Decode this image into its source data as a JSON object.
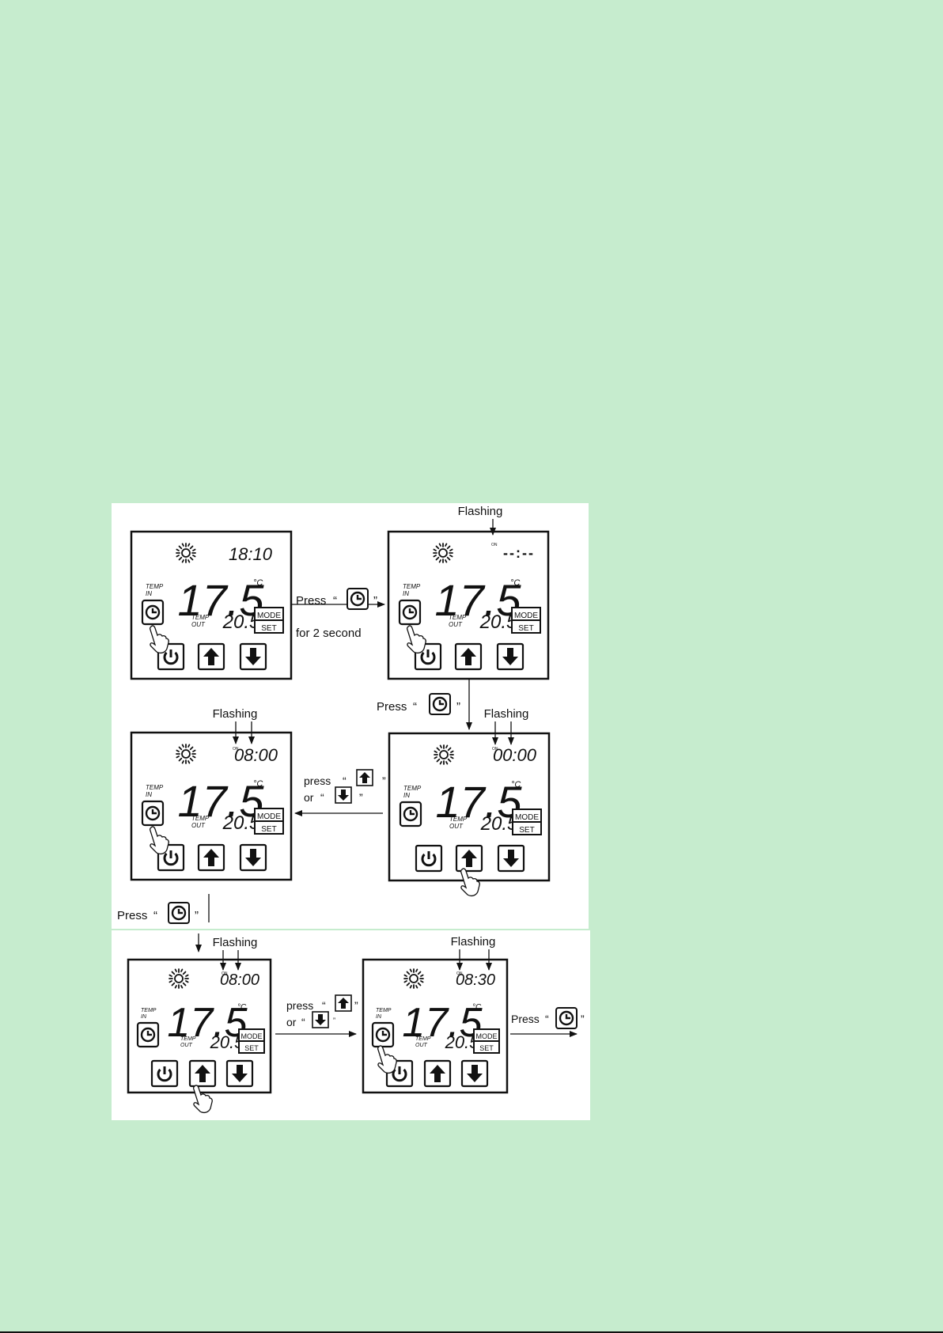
{
  "labels": {
    "flashing": "Flashing",
    "press": "Press",
    "press_lower": "press",
    "or": "or",
    "open_quote": "“",
    "close_quote": "”",
    "for_duration": "for 2 second"
  },
  "device": {
    "temp_in_top": "TEMP",
    "temp_in_bottom": "IN",
    "temp_out_top": "TEMP",
    "temp_out_bottom": "OUT",
    "set_temp": "17.5",
    "unit": "°C",
    "out_temp": "20.5",
    "mode_label": "MODE",
    "set_label": "SET",
    "on_indicator": "ON"
  },
  "screens": [
    {
      "id": "s1",
      "time": "18:10"
    },
    {
      "id": "s2",
      "time": "--:--",
      "flashing": true
    },
    {
      "id": "s3",
      "time": "08:00",
      "flashing": true
    },
    {
      "id": "s4",
      "time": "00:00",
      "flashing": true
    },
    {
      "id": "s5",
      "time": "08:00",
      "flashing": true
    },
    {
      "id": "s6",
      "time": "08:30",
      "flashing": true
    }
  ],
  "icons": [
    "sun-icon",
    "clock-icon",
    "power-icon",
    "up-arrow-icon",
    "down-arrow-icon",
    "pointing-hand-icon"
  ],
  "colors": {
    "background": "#c6ecce",
    "panel": "#ffffff",
    "ink": "#111111"
  }
}
